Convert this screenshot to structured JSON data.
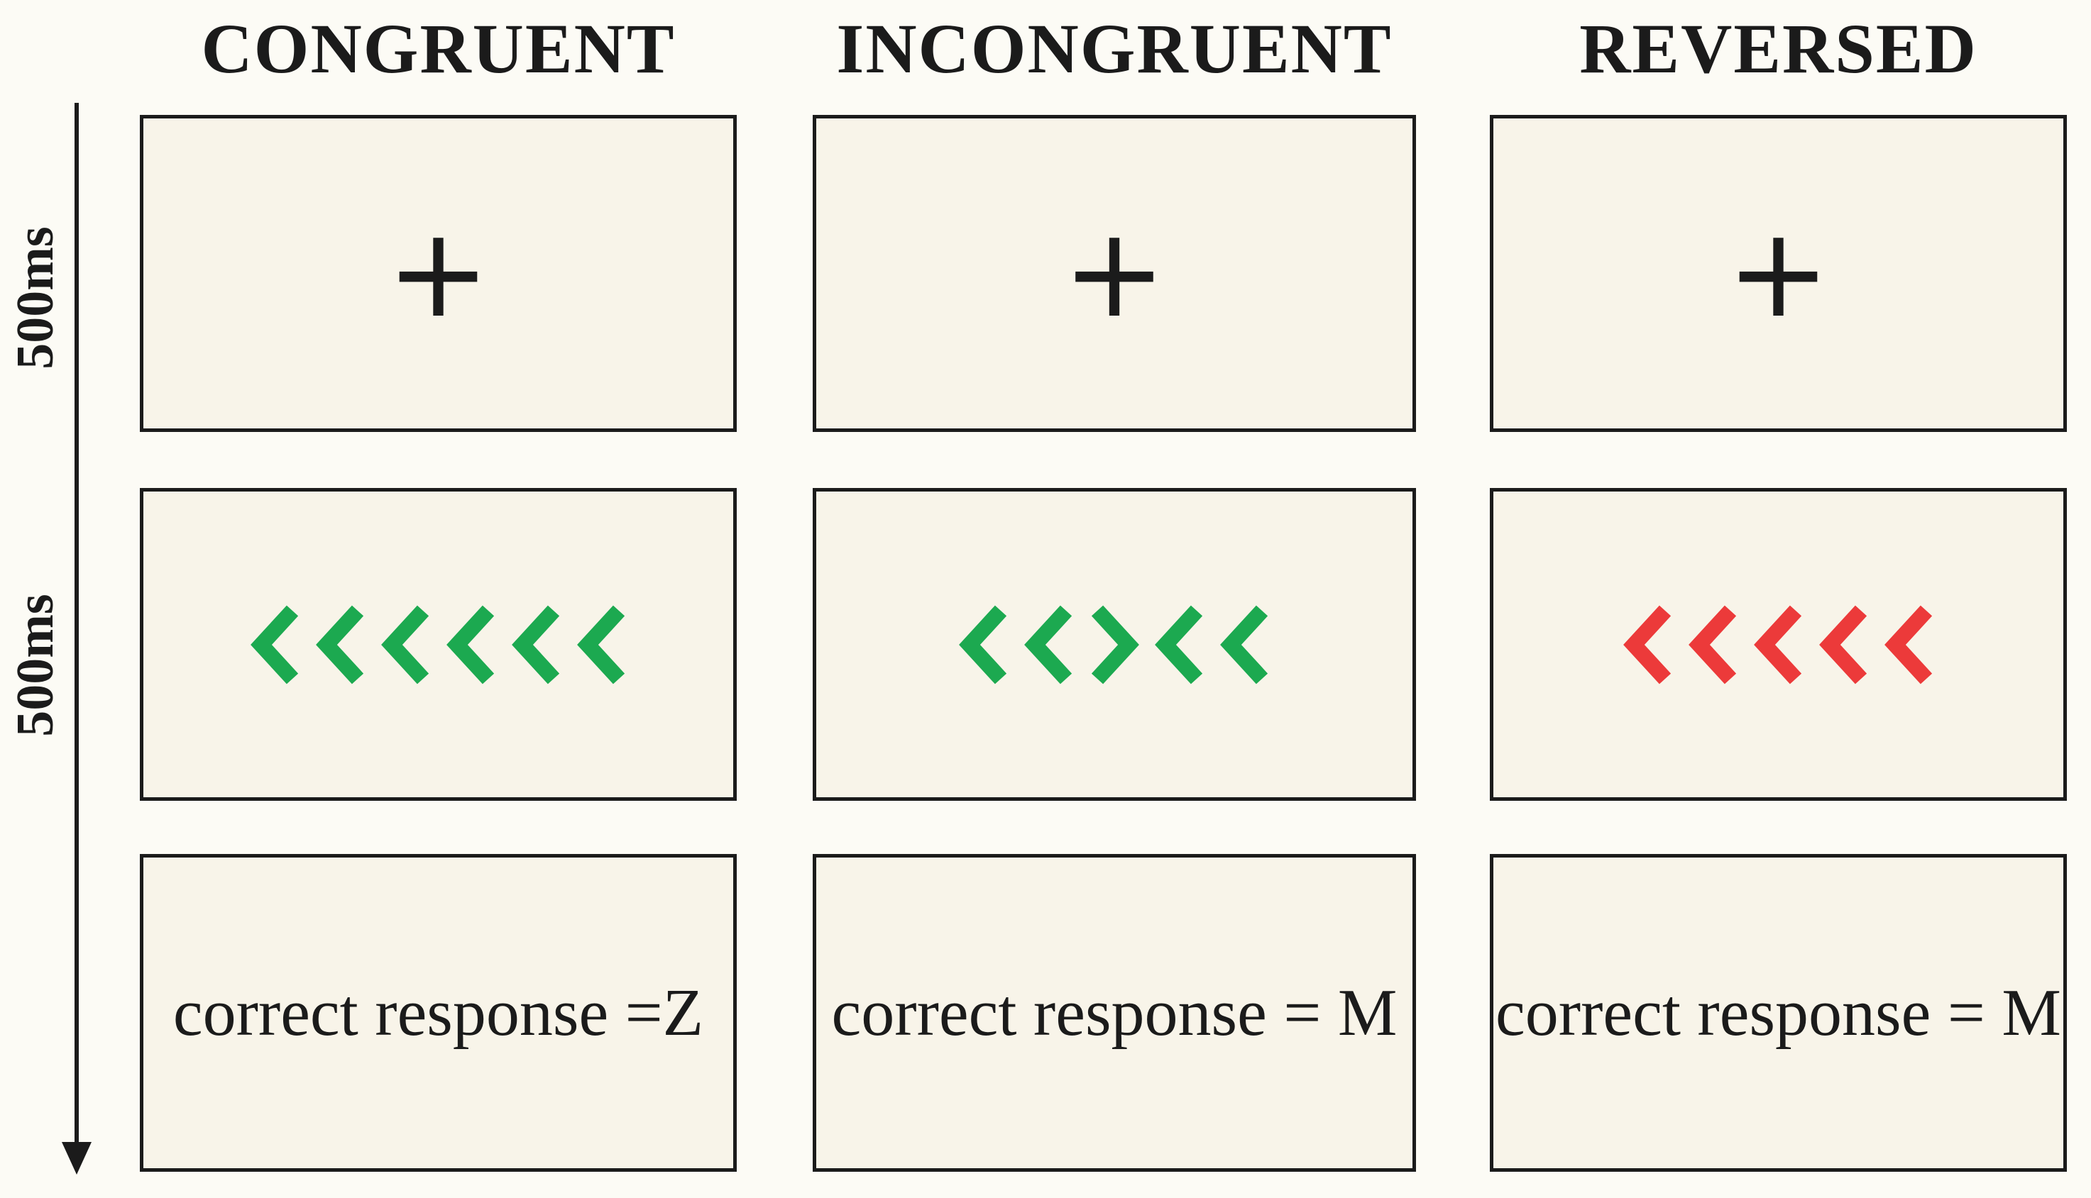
{
  "columns": [
    {
      "header": "CONGRUENT",
      "fixation": "+",
      "stimulus": {
        "arrows": [
          "left",
          "left",
          "left",
          "left",
          "left",
          "left"
        ],
        "color": "#1ca950"
      },
      "response": "correct response =Z"
    },
    {
      "header": "INCONGRUENT",
      "fixation": "+",
      "stimulus": {
        "arrows": [
          "left",
          "left",
          "right",
          "left",
          "left"
        ],
        "color": "#1ca950"
      },
      "response": "correct response = M"
    },
    {
      "header": "REVERSED",
      "fixation": "+",
      "stimulus": {
        "arrows": [
          "left",
          "left",
          "left",
          "left",
          "left"
        ],
        "color": "#ec3a3a"
      },
      "response": "correct response = M"
    }
  ],
  "timeline": {
    "labels": [
      "500ms",
      "500ms"
    ],
    "arrow_direction": "down"
  },
  "colors": {
    "green_arrows": "#1ca950",
    "red_arrows": "#ec3a3a",
    "panel_background": "#f8f4e9",
    "page_background": "#fcfbf5",
    "ink": "#1b1b1b"
  }
}
